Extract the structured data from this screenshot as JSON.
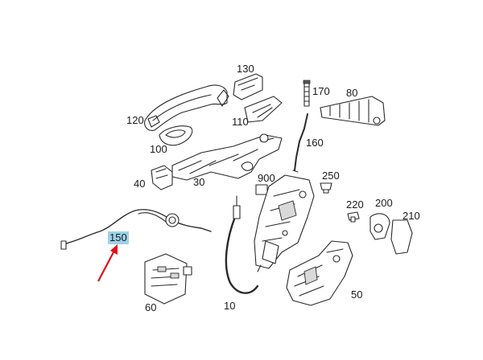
{
  "diagram": {
    "labels": [
      {
        "id": "130",
        "text": "130"
      },
      {
        "id": "170",
        "text": "170"
      },
      {
        "id": "80",
        "text": "80"
      },
      {
        "id": "120",
        "text": "120"
      },
      {
        "id": "110",
        "text": "110"
      },
      {
        "id": "100",
        "text": "100"
      },
      {
        "id": "160",
        "text": "160"
      },
      {
        "id": "40",
        "text": "40"
      },
      {
        "id": "30",
        "text": "30"
      },
      {
        "id": "900",
        "text": "900"
      },
      {
        "id": "250",
        "text": "250"
      },
      {
        "id": "220",
        "text": "220"
      },
      {
        "id": "200",
        "text": "200"
      },
      {
        "id": "210",
        "text": "210"
      },
      {
        "id": "150",
        "text": "150"
      },
      {
        "id": "60",
        "text": "60"
      },
      {
        "id": "10",
        "text": "10"
      },
      {
        "id": "50",
        "text": "50"
      }
    ],
    "highlighted_part": "150",
    "colors": {
      "highlight": "#9cd2ea",
      "arrow": "#e0101a",
      "line": "#2a2a2a"
    }
  }
}
